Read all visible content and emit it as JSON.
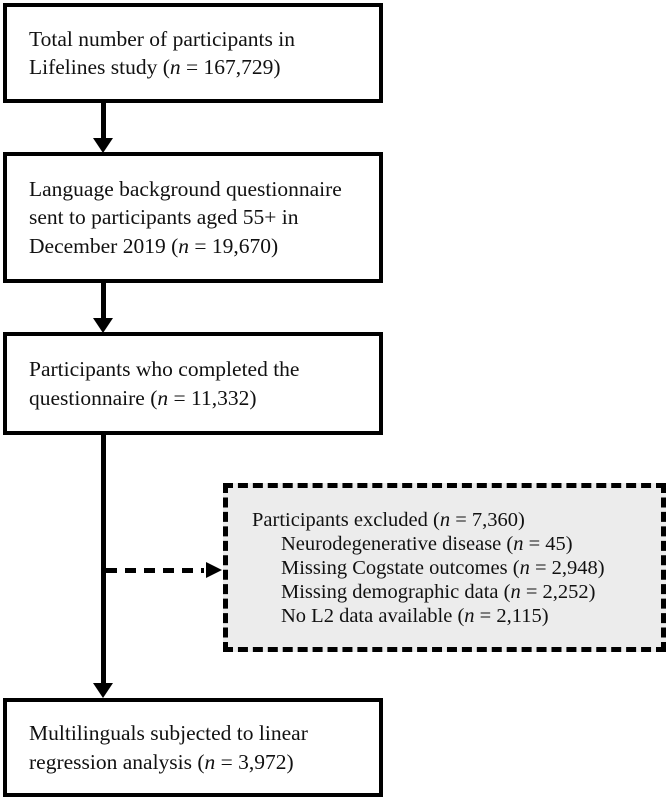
{
  "figure": {
    "type": "participant-flow-diagram",
    "colors": {
      "line": "#000000",
      "box_border": "#000000",
      "excluded_fill": "#ececec",
      "text": "#111111",
      "background": "#ffffff"
    },
    "boxes": {
      "total": {
        "line1": "Total number of participants in",
        "line2_pre": "Lifelines study (",
        "n": "n",
        "line2_post": " = 167,729)"
      },
      "sent": {
        "line1": "Language background questionnaire",
        "line2": "sent to participants aged 55+ in",
        "line3_pre": "December 2019 (",
        "n": "n",
        "line3_post": " = 19,670)"
      },
      "completed": {
        "line1": "Participants who completed the",
        "line2_pre": "questionnaire (",
        "n": "n",
        "line2_post": " = 11,332)"
      },
      "excluded": {
        "header_pre": "Participants excluded (",
        "header_n": "n",
        "header_post": " = 7,360)",
        "items": [
          {
            "pre": "Neurodegenerative disease (",
            "n": "n",
            "post": " = 45)"
          },
          {
            "pre": "Missing Cogstate outcomes (",
            "n": "n",
            "post": " = 2,948)"
          },
          {
            "pre": "Missing demographic data (",
            "n": "n",
            "post": " = 2,252)"
          },
          {
            "pre": "No L2 data available (",
            "n": "n",
            "post": " = 2,115)"
          }
        ]
      },
      "final": {
        "line1": "Multilinguals subjected to linear",
        "line2_pre": "regression analysis (",
        "n": "n",
        "line2_post": " = 3,972)"
      }
    }
  }
}
